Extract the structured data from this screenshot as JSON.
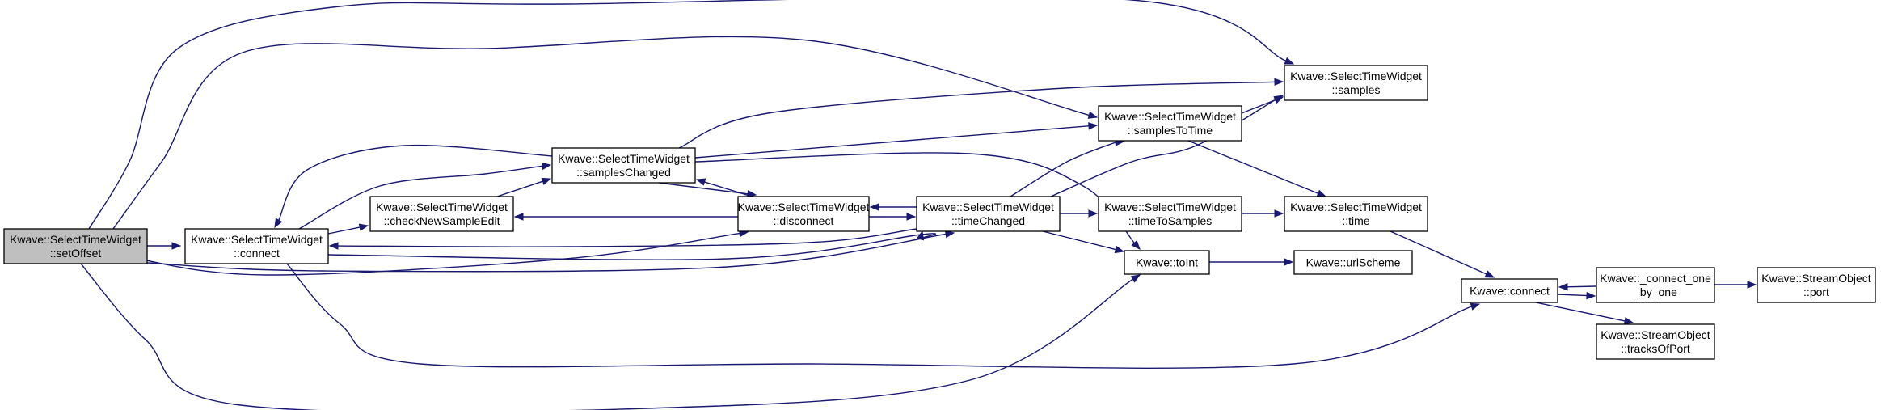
{
  "nodes": [
    {
      "id": "setOffset",
      "lines": [
        "Kwave::SelectTimeWidget",
        "::setOffset"
      ],
      "root": true
    },
    {
      "id": "connectW",
      "lines": [
        "Kwave::SelectTimeWidget",
        "::connect"
      ]
    },
    {
      "id": "checkNew",
      "lines": [
        "Kwave::SelectTimeWidget",
        "::checkNewSampleEdit"
      ]
    },
    {
      "id": "samplesChanged",
      "lines": [
        "Kwave::SelectTimeWidget",
        "::samplesChanged"
      ]
    },
    {
      "id": "disconnect",
      "lines": [
        "Kwave::SelectTimeWidget",
        "::disconnect"
      ]
    },
    {
      "id": "timeChanged",
      "lines": [
        "Kwave::SelectTimeWidget",
        "::timeChanged"
      ]
    },
    {
      "id": "samplesToTime",
      "lines": [
        "Kwave::SelectTimeWidget",
        "::samplesToTime"
      ]
    },
    {
      "id": "timeToSamples",
      "lines": [
        "Kwave::SelectTimeWidget",
        "::timeToSamples"
      ]
    },
    {
      "id": "samples",
      "lines": [
        "Kwave::SelectTimeWidget",
        "::samples"
      ]
    },
    {
      "id": "time",
      "lines": [
        "Kwave::SelectTimeWidget",
        "::time"
      ]
    },
    {
      "id": "toInt",
      "lines": [
        "Kwave::toInt"
      ]
    },
    {
      "id": "urlScheme",
      "lines": [
        "Kwave::urlScheme"
      ]
    },
    {
      "id": "kconnect",
      "lines": [
        "Kwave::connect"
      ]
    },
    {
      "id": "connectOne",
      "lines": [
        "Kwave::_connect_one",
        "_by_one"
      ]
    },
    {
      "id": "port",
      "lines": [
        "Kwave::StreamObject",
        "::port"
      ]
    },
    {
      "id": "tracksOfPort",
      "lines": [
        "Kwave::StreamObject",
        "::tracksOfPort"
      ]
    }
  ],
  "edges": [
    {
      "from": "setOffset",
      "to": "connectW"
    },
    {
      "from": "setOffset",
      "to": "samples"
    },
    {
      "from": "setOffset",
      "to": "samplesToTime"
    },
    {
      "from": "setOffset",
      "to": "disconnect"
    },
    {
      "from": "setOffset",
      "to": "timeChanged"
    },
    {
      "from": "setOffset",
      "to": "toInt"
    },
    {
      "from": "connectW",
      "to": "checkNew"
    },
    {
      "from": "connectW",
      "to": "samplesChanged"
    },
    {
      "from": "connectW",
      "to": "timeChanged"
    },
    {
      "from": "connectW",
      "to": "kconnect"
    },
    {
      "from": "checkNew",
      "to": "samplesChanged"
    },
    {
      "from": "samplesChanged",
      "to": "connectW"
    },
    {
      "from": "samplesChanged",
      "to": "disconnect"
    },
    {
      "from": "samplesChanged",
      "to": "samples"
    },
    {
      "from": "samplesChanged",
      "to": "samplesToTime"
    },
    {
      "from": "samplesChanged",
      "to": "toInt"
    },
    {
      "from": "disconnect",
      "to": "checkNew"
    },
    {
      "from": "disconnect",
      "to": "samplesChanged"
    },
    {
      "from": "disconnect",
      "to": "timeChanged"
    },
    {
      "from": "timeChanged",
      "to": "connectW"
    },
    {
      "from": "timeChanged",
      "to": "disconnect"
    },
    {
      "from": "timeChanged",
      "to": "samples"
    },
    {
      "from": "timeChanged",
      "to": "samplesToTime"
    },
    {
      "from": "timeChanged",
      "to": "timeToSamples"
    },
    {
      "from": "timeChanged",
      "to": "toInt"
    },
    {
      "from": "samplesToTime",
      "to": "samples"
    },
    {
      "from": "samplesToTime",
      "to": "time"
    },
    {
      "from": "timeToSamples",
      "to": "time"
    },
    {
      "from": "time",
      "to": "kconnect"
    },
    {
      "from": "toInt",
      "to": "urlScheme"
    },
    {
      "from": "kconnect",
      "to": "connectOne"
    },
    {
      "from": "kconnect",
      "to": "tracksOfPort"
    },
    {
      "from": "connectOne",
      "to": "kconnect"
    },
    {
      "from": "connectOne",
      "to": "port"
    }
  ]
}
